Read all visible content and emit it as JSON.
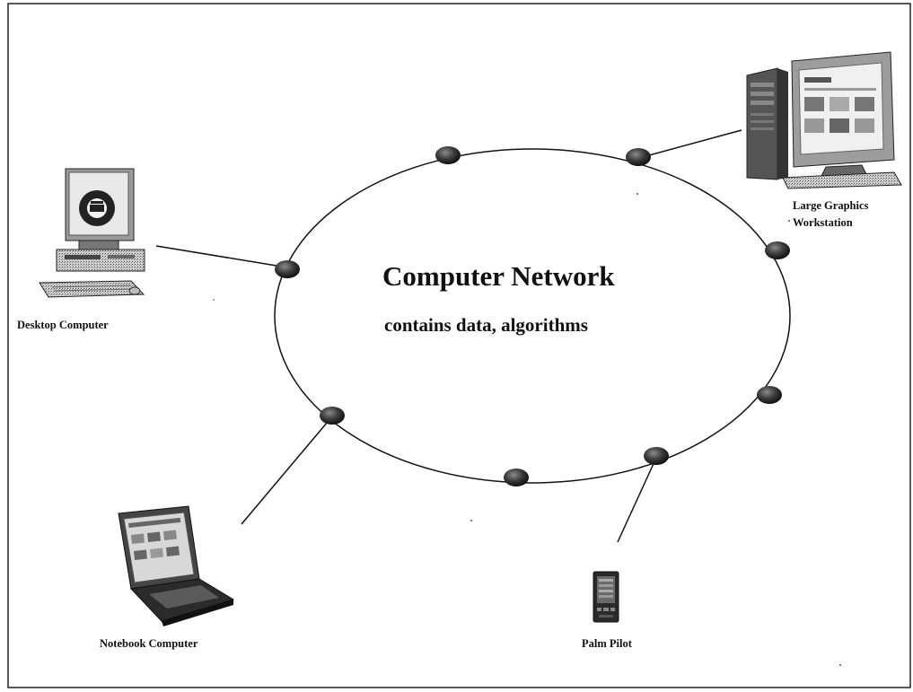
{
  "network": {
    "title": "Computer Network",
    "subtitle": "contains data, algorithms"
  },
  "devices": {
    "desktop": {
      "label": "Desktop Computer",
      "icon": "desktop-computer-icon"
    },
    "workstation": {
      "label_line1": "Large Graphics",
      "label_line2": "Workstation",
      "icon": "workstation-icon"
    },
    "notebook": {
      "label": "Notebook Computer",
      "icon": "notebook-computer-icon"
    },
    "palm": {
      "label": "Palm Pilot",
      "icon": "palm-pilot-icon"
    }
  },
  "colors": {
    "line": "#111111",
    "node": "#333333",
    "node_highlight": "#777777"
  }
}
